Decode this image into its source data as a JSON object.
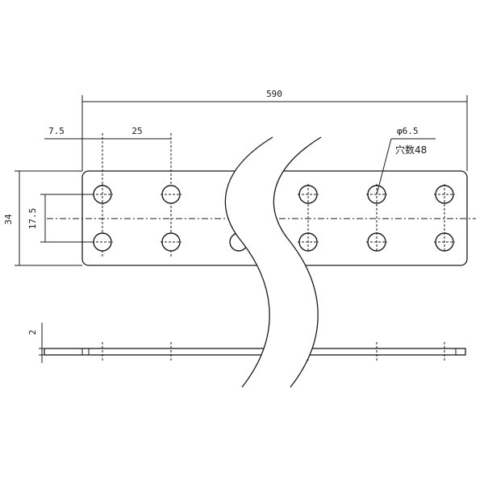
{
  "drawing": {
    "dimensions": {
      "overall_length": "590",
      "edge_offset": "7.5",
      "hole_pitch": "25",
      "overall_width": "34",
      "row_spacing": "17.5",
      "thickness": "2"
    },
    "hole_note": {
      "diameter": "φ6.5",
      "count": "穴数48"
    },
    "colors": {
      "line": "#1a1a1a",
      "background": "#ffffff"
    }
  }
}
